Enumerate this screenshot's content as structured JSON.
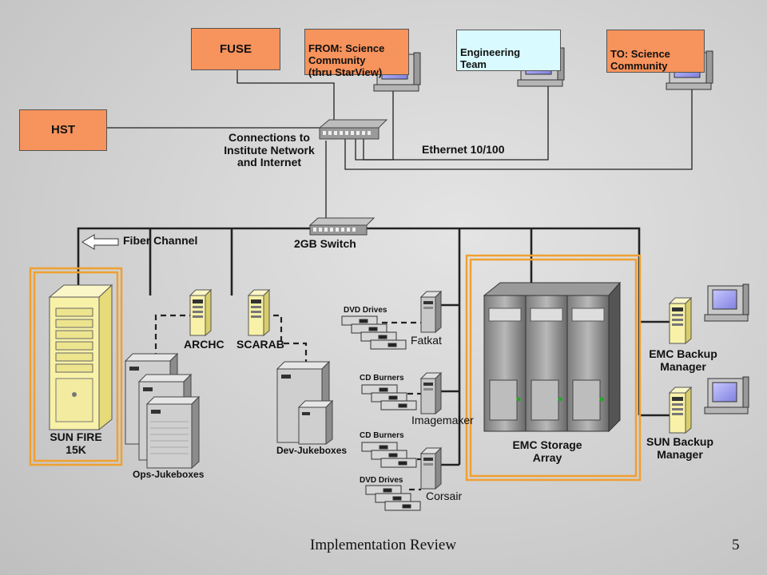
{
  "boxes": {
    "fuse": "FUSE",
    "hst": "HST",
    "from_science": "FROM:  Science\nCommunity\n(thru StarView)",
    "engineering": "Engineering\n Team",
    "to_science": "TO:  Science\nCommunity"
  },
  "labels": {
    "connections": "Connections to\nInstitute Network\nand Internet",
    "ethernet": "Ethernet 10/100",
    "fiber_channel": "Fiber Channel",
    "switch_2gb": "2GB Switch",
    "sun_fire": "SUN FIRE\n15K",
    "archc": "ARCHC",
    "scarab": "SCARAB",
    "ops_jukeboxes": "Ops-Jukeboxes",
    "dev_jukeboxes": "Dev-Jukeboxes",
    "dvd_drives_1": "DVD Drives",
    "cd_burners_1": "CD Burners",
    "cd_burners_2": "CD Burners",
    "dvd_drives_2": "DVD Drives",
    "fatkat": "Fatkat",
    "imagemaker": "Imagemaker",
    "corsair": "Corsair",
    "emc_storage": "EMC Storage\nArray",
    "emc_backup": "EMC Backup\nManager",
    "sun_backup": "SUN Backup\nManager"
  },
  "footer": {
    "title": "Implementation Review",
    "page_number": "5"
  },
  "colors": {
    "orange_box": "#f7935c",
    "cyan_box": "#d9fbff",
    "highlight_frame": "#f0a030",
    "server_yellow": "#f8f1a8"
  }
}
